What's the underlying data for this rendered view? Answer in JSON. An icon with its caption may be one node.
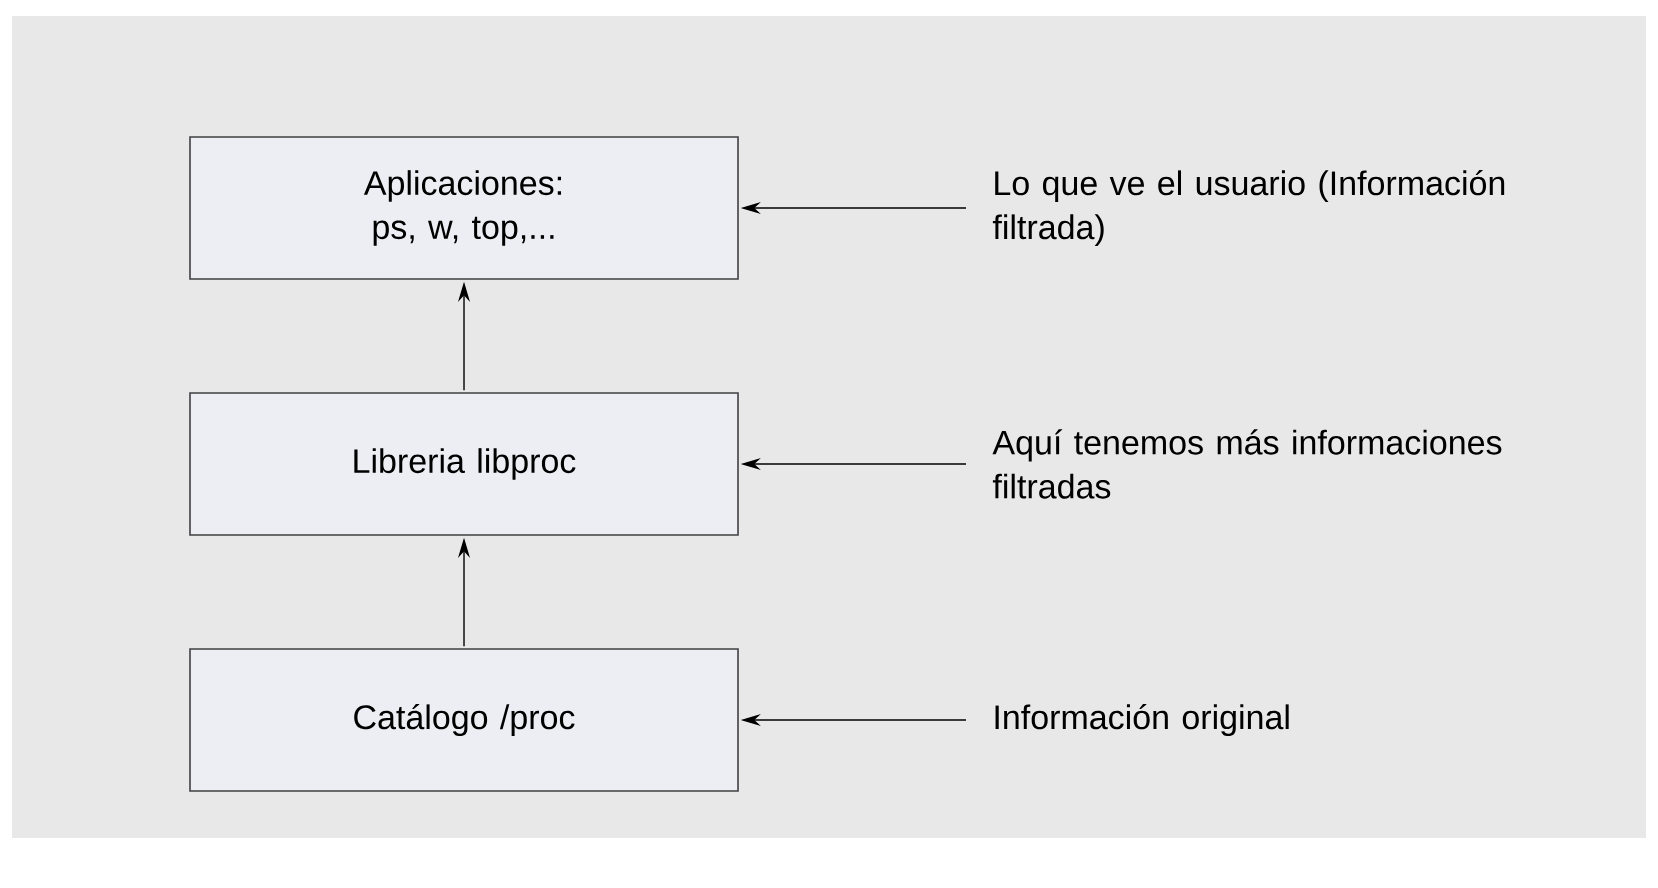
{
  "diagram": {
    "nodes": [
      {
        "text": [
          "Aplicaciones: ps, w, top,..."
        ]
      },
      {
        "text": [
          "Libreria libproc"
        ]
      },
      {
        "text": [
          "Catálogo /proc"
        ]
      },
      {
        "text": [
          "Lo que ve el usuario (Información filtrada)"
        ]
      },
      {
        "text": [
          "Aquí tenemos más informaciones filtradas"
        ]
      },
      {
        "text": [
          "Información original"
        ]
      }
    ],
    "edges": [
      {
        "from": 2,
        "to": 1,
        "arrow": "to"
      },
      {
        "from": 1,
        "to": 0,
        "arrow": "to"
      },
      {
        "from": 3,
        "to": 0,
        "arrow": "to"
      },
      {
        "from": 4,
        "to": 1,
        "arrow": "to"
      },
      {
        "from": 5,
        "to": 2,
        "arrow": "to"
      }
    ]
  }
}
